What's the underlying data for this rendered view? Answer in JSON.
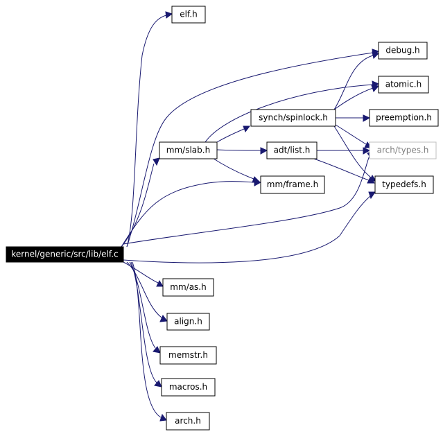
{
  "graph": {
    "nodes": {
      "elf_c": "kernel/generic/src/lib/elf.c",
      "elf_h": "elf.h",
      "debug_h": "debug.h",
      "atomic_h": "atomic.h",
      "spinlock_h": "synch/spinlock.h",
      "preemption_h": "preemption.h",
      "slab_h": "mm/slab.h",
      "list_h": "adt/list.h",
      "types_h": "arch/types.h",
      "typedefs_h": "typedefs.h",
      "frame_h": "mm/frame.h",
      "as_h": "mm/as.h",
      "align_h": "align.h",
      "memstr_h": "memstr.h",
      "macros_h": "macros.h",
      "arch_h": "arch.h"
    },
    "colors": {
      "edge": "#191970",
      "root_fill": "#000000",
      "root_text": "#ffffff",
      "dim_border": "#bfbfbf"
    }
  }
}
